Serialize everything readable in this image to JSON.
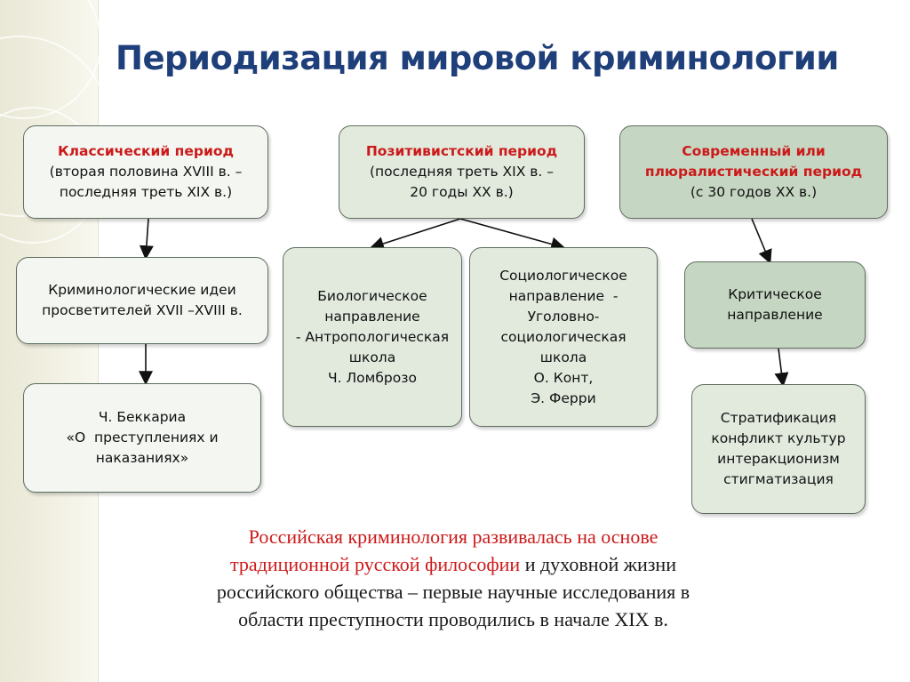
{
  "title": "Периодизация мировой криминологии",
  "periods": {
    "classical": {
      "name": "Классический период",
      "dates": [
        "(вторая половина XVIII в. –",
        "последняя треть XIX в.)"
      ]
    },
    "positivist": {
      "name": "Позитивистский период",
      "dates": [
        "(последняя треть XIX в. –",
        "20 годы XX в.)"
      ]
    },
    "modern": {
      "name": [
        "Современный или",
        "плюралистический период"
      ],
      "dates": [
        "(с 30 годов XX в.)"
      ]
    }
  },
  "classical_branch": {
    "ideas": [
      "Криминологические идеи",
      "просветителей XVII –XVIII в."
    ],
    "beccaria": [
      "Ч. Беккариа",
      "«О  преступлениях и",
      "наказаниях»"
    ]
  },
  "positivist_branch": {
    "biological": [
      "Биологическое",
      "направление",
      "- Антропологическая",
      "школа",
      "Ч. Ломброзо"
    ],
    "sociological": [
      "Социологическое",
      "направление  -",
      "Уголовно-",
      "социологическая",
      "школа",
      "О. Конт,",
      "Э. Ферри"
    ]
  },
  "modern_branch": {
    "critical": [
      "Критическое",
      "направление"
    ],
    "theories": [
      "Стратификация",
      "конфликт культур",
      "интеракционизм",
      "стигматизация"
    ]
  },
  "note": {
    "highlight_1": "Российская криминология  развивалась на основе",
    "highlight_2": "традиционной русской философии",
    "rest_1": " и духовной жизни",
    "line_3": "российского общества – первые   научные исследования в",
    "line_4": "области преступности проводились  в начале XIX в."
  }
}
